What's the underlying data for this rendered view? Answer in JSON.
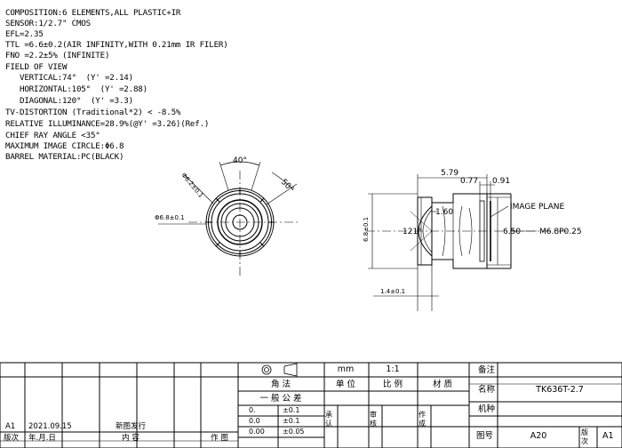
{
  "specs": [
    "COMPOSITION:6 ELEMENTS,ALL PLASTIC+IR",
    "SENSOR:1/2.7\" CMOS",
    "EFL=2.35",
    "TTL =6.6±0.2(AIR INFINITY,WITH 0.21mm IR FILER)",
    "FNO =2.2±5% (INFINITE)",
    "FIELD OF VIEW",
    "   VERTICAL:74°  (Y' =2.14)",
    "   HORIZONTAL:105°  (Y' =2.88)",
    "   DIAGONAL:120°  (Y' =3.3)",
    "TV-DISTORTION (Traditional*2) < -8.5%",
    "RELATIVE ILLUMINANCE=28.9%(@Y' =3.26)(Ref.)",
    "CHIEF RAY ANGLE <35°",
    "MAXIMUM IMAGE CIRCLE:Φ6.8",
    "BARREL MATERIAL:PC(BLACK)"
  ],
  "front_view": {
    "angle_top": "40°",
    "angle_right": "50°",
    "dia_inner": "Φ6.2±0.1",
    "dia_outer": "Φ6.8±0.1"
  },
  "side_view": {
    "dim_579": "5.79",
    "dim_077": "0.77",
    "dim_091": "0.91",
    "dim_160": "1.60",
    "dim_650": "6.50",
    "thread": "M6.8P0.25",
    "height": "6.8±0.1",
    "angle": "121°",
    "image_plane": "IMAGE PLANE",
    "dim_14": "1.4±0.1"
  },
  "title_block": {
    "unit": "mm",
    "scale": "1:1",
    "remark_label": "备注",
    "angle_label": "角  法",
    "unit_label": "单 位",
    "scale_label": "比 例",
    "material_label": "材  质",
    "name_label": "名称",
    "name_value": "TK636T-2.7",
    "tolerance_label": "一  般  公  差",
    "tol_rows": [
      {
        "value": "0.",
        "tol": "±0.1"
      },
      {
        "value": "0.0",
        "tol": "±0.1"
      },
      {
        "value": "0.00",
        "tol": "±0.05"
      }
    ],
    "model_label": "机种",
    "approve_label": "承认",
    "review_label": "审核",
    "author_label": "作成",
    "drawing_no_label": "图号",
    "drawing_no_value": "A20",
    "version_label": "版次",
    "version_value": "A1",
    "rev_version": "A1",
    "rev_date": "2021.09.15",
    "rev_desc": "新图发行",
    "col_version": "版次",
    "col_date": "年.月.日",
    "col_content": "内      容",
    "col_author": "作 图"
  }
}
